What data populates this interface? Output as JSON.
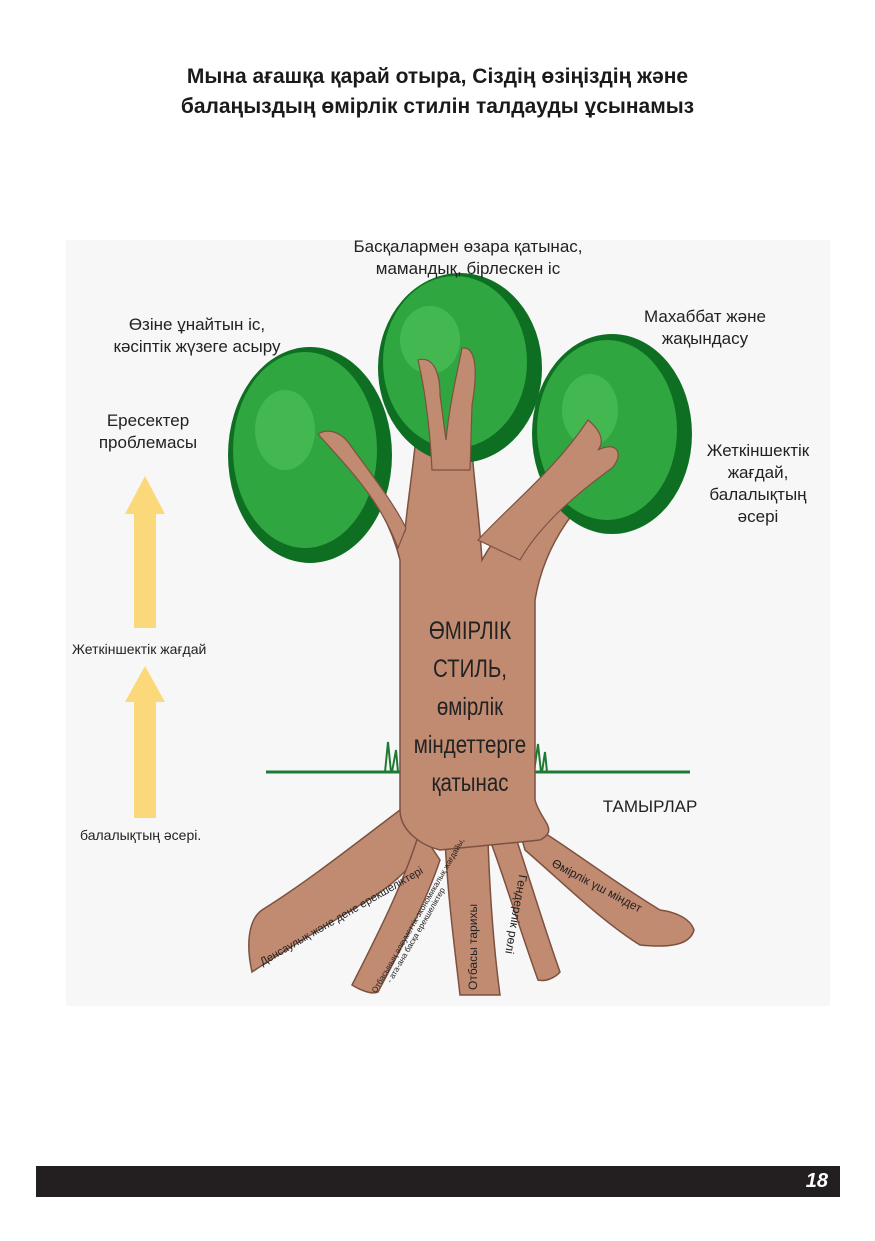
{
  "title": {
    "line1": "Мына ағашқа қарай отыра, Сіздің өзіңіздің және",
    "line2": "балаңыздың өмірлік стилін талдауды ұсынамыз"
  },
  "crown_labels": {
    "top": [
      "Басқалармен өзара қатынас,",
      "мамандық, бірлескен іс"
    ],
    "left": [
      "Өзіне ұнайтын іс,",
      "кәсіптік жүзеге асыру"
    ],
    "right": [
      "Махаббат және",
      "жақындасу"
    ]
  },
  "side_labels": {
    "adult_problem": [
      "Ересектер",
      "проблемасы"
    ],
    "teen_childhood": [
      "Жеткіншектік",
      "жағдай,",
      "балалықтың",
      "әсері"
    ],
    "teen_state": "Жеткіншектік жағдай",
    "childhood_influence": "балалықтың әсері."
  },
  "trunk": [
    "ӨМІРЛІК",
    "СТИЛЬ,",
    "өмірлік",
    "міндеттерге",
    "қатынас"
  ],
  "roots_title": "ТАМЫРЛАР",
  "roots": [
    "Денсаулық және дене ерекшеліктері",
    "Отбасының әлеуметтік-экономикалық жағдайы,",
    "- ата-ана басқа ерекшеліктер",
    "Отбасы тарихы",
    "Гендерлік рөлі",
    "Өмірлік үш міндет"
  ],
  "colors": {
    "trunk": "#c18b72",
    "foliage": "#2fa63f",
    "foliage_dark": "#0e6f22",
    "arrow": "#fbd87a",
    "footer": "#231f20"
  },
  "page_number": "18"
}
